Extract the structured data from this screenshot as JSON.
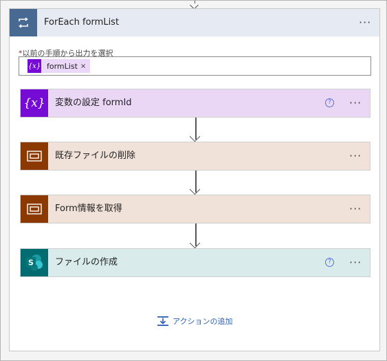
{
  "scope": {
    "title": "ForEach formList",
    "icon": "loop-icon",
    "more": "···"
  },
  "input": {
    "required_mark": "*",
    "label": "以前の手順から出力を選択",
    "token_icon_text": "{x}",
    "token_label": "formList",
    "token_close": "×"
  },
  "actions": [
    {
      "title": "変数の設定 formId",
      "icon": "variable-icon",
      "icon_text": "{x}",
      "help": "?",
      "more": "···"
    },
    {
      "title": "既存ファイルの削除",
      "icon": "file-action-icon",
      "more": "···"
    },
    {
      "title": "Form情報を取得",
      "icon": "file-action-icon",
      "more": "···"
    },
    {
      "title": "ファイルの作成",
      "icon": "sharepoint-icon",
      "icon_text": "S",
      "help": "?",
      "more": "···"
    }
  ],
  "add_action": {
    "label": "アクションの追加",
    "icon": "add-action-icon"
  },
  "colors": {
    "scope_header": "#e6eaf2",
    "scope_icon": "#486991",
    "variable": "#770bd6",
    "variable_bg": "#ead7f6",
    "file_action": "#8c3900",
    "file_action_bg": "#f1e2d9",
    "sharepoint": "#036c70",
    "sharepoint_bg": "#d9ebea",
    "link": "#2b5fb3"
  }
}
